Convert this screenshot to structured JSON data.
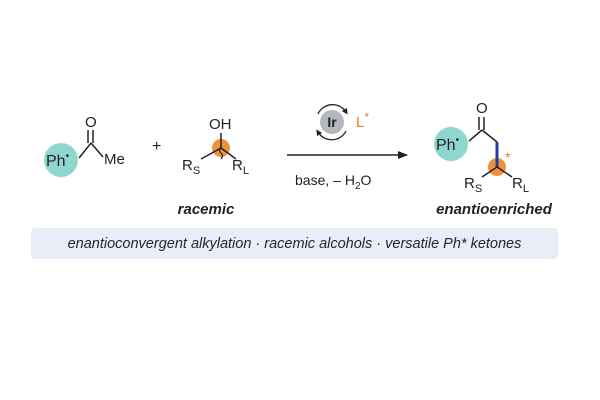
{
  "reactant1": {
    "aryl_label": "Ph",
    "aryl_sup": "•",
    "carbonyl_o": "O",
    "methyl": "Me"
  },
  "plus": "+",
  "reactant2": {
    "oh": "OH",
    "rs_main": "R",
    "rs_sub": "S",
    "rl_main": "R",
    "rl_sub": "L",
    "caption": "racemic"
  },
  "catalyst": {
    "metal": "Ir",
    "ligand_main": "L",
    "ligand_star": "*"
  },
  "conditions": {
    "prefix": "base, – H",
    "sub": "2",
    "suffix": "O"
  },
  "product": {
    "aryl_label": "Ph",
    "aryl_sup": "•",
    "carbonyl_o": "O",
    "stereo_star": "*",
    "rs_main": "R",
    "rs_sub": "S",
    "rl_main": "R",
    "rl_sub": "L",
    "caption": "enantioenriched"
  },
  "banner": {
    "text": "enantioconvergent alkylation · racemic alcohols · versatile Ph* ketones"
  },
  "colors": {
    "aryl_fill": "#8fd6cf",
    "stereocenter_fill": "#f0913d",
    "ligand_text": "#ea7d28",
    "metal_fill": "#b3b8bf",
    "new_bond": "#1f3f9e",
    "banner_bg": "#e9edf7"
  },
  "icons": {
    "catalyst_cycle": "circular-arrows-icon",
    "reaction_arrow": "arrow-right-icon"
  }
}
